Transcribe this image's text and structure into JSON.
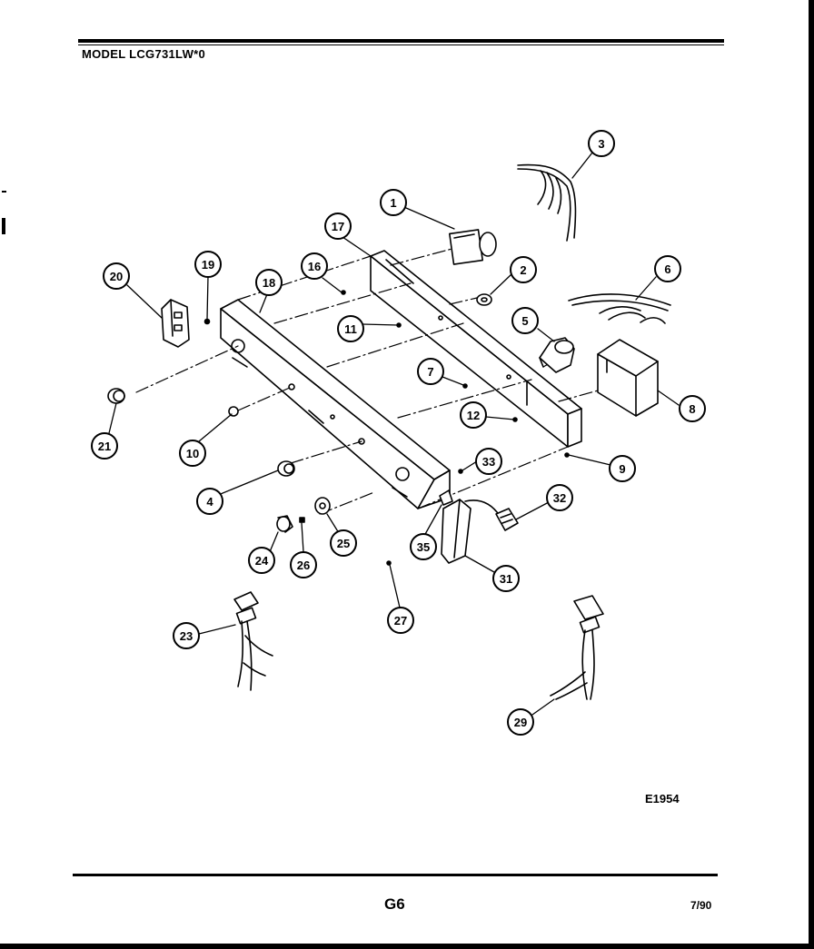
{
  "header": {
    "model": "MODEL LCG731LW*0"
  },
  "footer": {
    "diagram_code": "E1954",
    "page": "G6",
    "date": "7/90"
  },
  "callouts": [
    {
      "id": "c1",
      "num": "1"
    },
    {
      "id": "c2",
      "num": "2"
    },
    {
      "id": "c3",
      "num": "3"
    },
    {
      "id": "c4",
      "num": "4"
    },
    {
      "id": "c5",
      "num": "5"
    },
    {
      "id": "c6",
      "num": "6"
    },
    {
      "id": "c7",
      "num": "7"
    },
    {
      "id": "c8",
      "num": "8"
    },
    {
      "id": "c9",
      "num": "9"
    },
    {
      "id": "c10",
      "num": "10"
    },
    {
      "id": "c11",
      "num": "11"
    },
    {
      "id": "c12",
      "num": "12"
    },
    {
      "id": "c16",
      "num": "16"
    },
    {
      "id": "c17",
      "num": "17"
    },
    {
      "id": "c18",
      "num": "18"
    },
    {
      "id": "c19",
      "num": "19"
    },
    {
      "id": "c20",
      "num": "20"
    },
    {
      "id": "c21",
      "num": "21"
    },
    {
      "id": "c23",
      "num": "23"
    },
    {
      "id": "c24",
      "num": "24"
    },
    {
      "id": "c25",
      "num": "25"
    },
    {
      "id": "c26",
      "num": "26"
    },
    {
      "id": "c27",
      "num": "27"
    },
    {
      "id": "c29",
      "num": "29"
    },
    {
      "id": "c31",
      "num": "31"
    },
    {
      "id": "c32",
      "num": "32"
    },
    {
      "id": "c33",
      "num": "33"
    },
    {
      "id": "c35",
      "num": "35"
    }
  ]
}
